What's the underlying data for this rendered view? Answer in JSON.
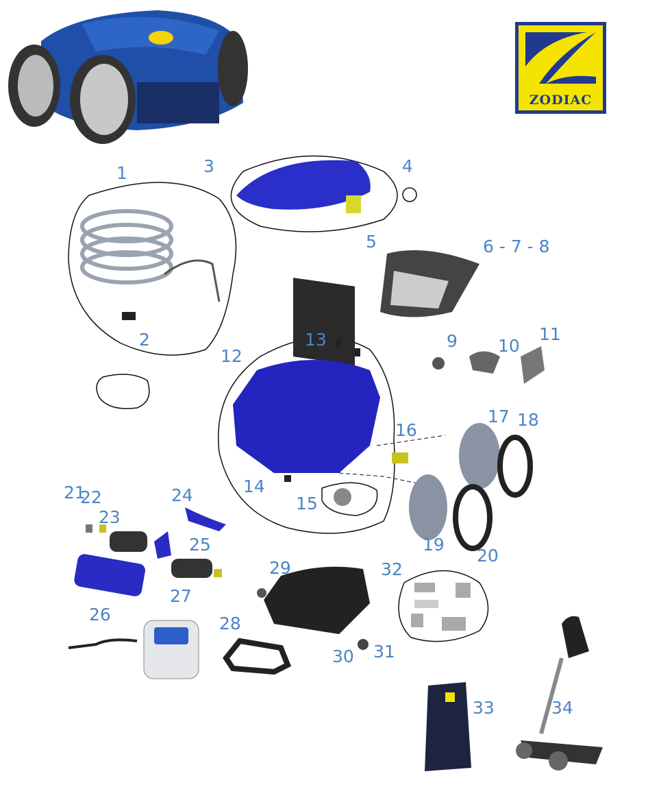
{
  "brand": {
    "name": "ZODIAC",
    "primary_color": "#1f3a8f",
    "secondary_color": "#f5e400"
  },
  "label_color": "#4a85c4",
  "parts": [
    {
      "id": "1",
      "label": "1"
    },
    {
      "id": "2",
      "label": "2"
    },
    {
      "id": "3",
      "label": "3"
    },
    {
      "id": "4",
      "label": "4"
    },
    {
      "id": "5",
      "label": "5"
    },
    {
      "id": "6-7-8",
      "label": "6 - 7 - 8"
    },
    {
      "id": "9",
      "label": "9"
    },
    {
      "id": "10",
      "label": "10"
    },
    {
      "id": "11",
      "label": "11"
    },
    {
      "id": "12",
      "label": "12"
    },
    {
      "id": "13",
      "label": "13"
    },
    {
      "id": "14",
      "label": "14"
    },
    {
      "id": "15",
      "label": "15"
    },
    {
      "id": "16",
      "label": "16"
    },
    {
      "id": "17",
      "label": "17"
    },
    {
      "id": "18",
      "label": "18"
    },
    {
      "id": "19",
      "label": "19"
    },
    {
      "id": "20",
      "label": "20"
    },
    {
      "id": "21",
      "label": "21"
    },
    {
      "id": "22",
      "label": "22"
    },
    {
      "id": "23",
      "label": "23"
    },
    {
      "id": "24",
      "label": "24"
    },
    {
      "id": "25",
      "label": "25"
    },
    {
      "id": "26",
      "label": "26"
    },
    {
      "id": "27",
      "label": "27"
    },
    {
      "id": "28",
      "label": "28"
    },
    {
      "id": "29",
      "label": "29"
    },
    {
      "id": "30",
      "label": "30"
    },
    {
      "id": "31",
      "label": "31"
    },
    {
      "id": "32",
      "label": "32"
    },
    {
      "id": "33",
      "label": "33"
    },
    {
      "id": "34",
      "label": "34"
    }
  ]
}
